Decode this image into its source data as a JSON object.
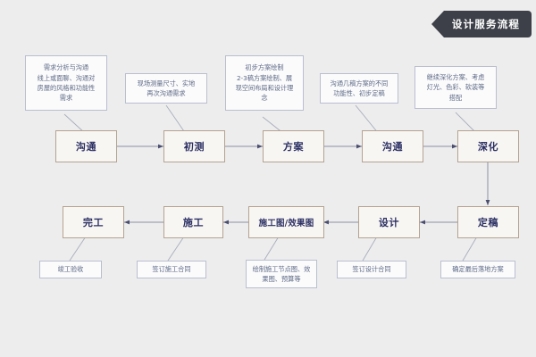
{
  "banner": {
    "label": "设计服务流程",
    "bg_color": "#3e4049",
    "text_color": "#ffffff",
    "icon": "left-point-banner"
  },
  "theme": {
    "background": "#ededed",
    "node_border": "#b4a290",
    "node_fill": "#f8f6f3",
    "node_text": "#2b2f63",
    "note_border": "#b9bfd0",
    "note_fill": "#fbfbfc",
    "note_text": "#5e6a86",
    "connector": "#7b7f9a"
  },
  "flow": {
    "row1": [
      {
        "id": "communicate-1",
        "label": "沟通"
      },
      {
        "id": "survey",
        "label": "初测"
      },
      {
        "id": "proposal",
        "label": "方案"
      },
      {
        "id": "communicate-2",
        "label": "沟通"
      },
      {
        "id": "refine",
        "label": "深化"
      }
    ],
    "row2": [
      {
        "id": "completion",
        "label": "完工"
      },
      {
        "id": "construction",
        "label": "施工"
      },
      {
        "id": "drawings",
        "label": "施工图/效果图"
      },
      {
        "id": "design",
        "label": "设计"
      },
      {
        "id": "finalize",
        "label": "定稿"
      }
    ]
  },
  "notes": {
    "top": [
      {
        "id": "note-communicate-1",
        "lines": [
          "需求分析与沟通",
          "线上或面聊、沟通对",
          "房屋的风格和功能性",
          "需求"
        ]
      },
      {
        "id": "note-survey",
        "lines": [
          "现场测量尺寸、实地",
          "再次沟通需求"
        ]
      },
      {
        "id": "note-proposal",
        "lines": [
          "初步方案绘制",
          "2-3稿方案绘制、展",
          "现空间布局和设计理",
          "念"
        ]
      },
      {
        "id": "note-communicate-2",
        "lines": [
          "沟通几稿方案的不同",
          "功能性、初步定稿"
        ]
      },
      {
        "id": "note-refine",
        "lines": [
          "继续深化方案、考虑",
          "灯光、色彩、软装等",
          "搭配"
        ]
      }
    ],
    "bottom": [
      {
        "id": "note-completion",
        "lines": [
          "竣工验收"
        ]
      },
      {
        "id": "note-construction",
        "lines": [
          "签订施工合同"
        ]
      },
      {
        "id": "note-drawings",
        "lines": [
          "绘制施工节点图、效",
          "果图、预算等"
        ]
      },
      {
        "id": "note-design",
        "lines": [
          "签订设计合同"
        ]
      },
      {
        "id": "note-finalize",
        "lines": [
          "确定最后落地方案"
        ]
      }
    ]
  }
}
